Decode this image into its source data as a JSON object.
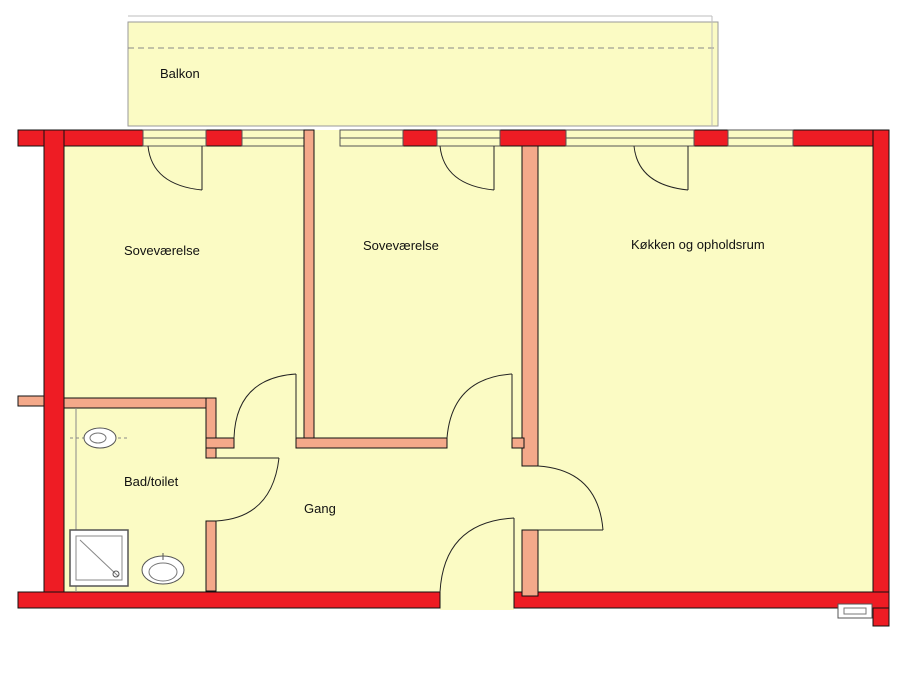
{
  "rooms": {
    "balcony": "Balkon",
    "bedroom_1": "Soveværelse",
    "bedroom_2": "Soveværelse",
    "kitchen_living": "Køkken og opholdsrum",
    "bathroom": "Bad/toilet",
    "hallway": "Gang"
  },
  "colors": {
    "floor": "#fbfbc4",
    "exterior_wall": "#ee1c24",
    "interior_wall": "#f4a98a",
    "line": "#222222"
  }
}
